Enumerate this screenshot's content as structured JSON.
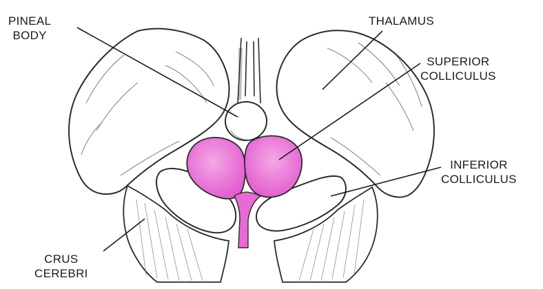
{
  "labels": {
    "pineal": [
      "PINEAL",
      "BODY"
    ],
    "thalamus": "THALAMUS",
    "superior": [
      "SUPERIOR",
      "COLLICULUS"
    ],
    "inferior": [
      "INFERIOR",
      "COLLICULUS"
    ],
    "crus": [
      "CRUS",
      "CEREBRI"
    ]
  },
  "colors": {
    "colliculus_pink": "#e86ad4",
    "colliculus_highlight": "#f3a8e6",
    "outline": "#2a2a2a",
    "tissue": "#ffffff"
  }
}
